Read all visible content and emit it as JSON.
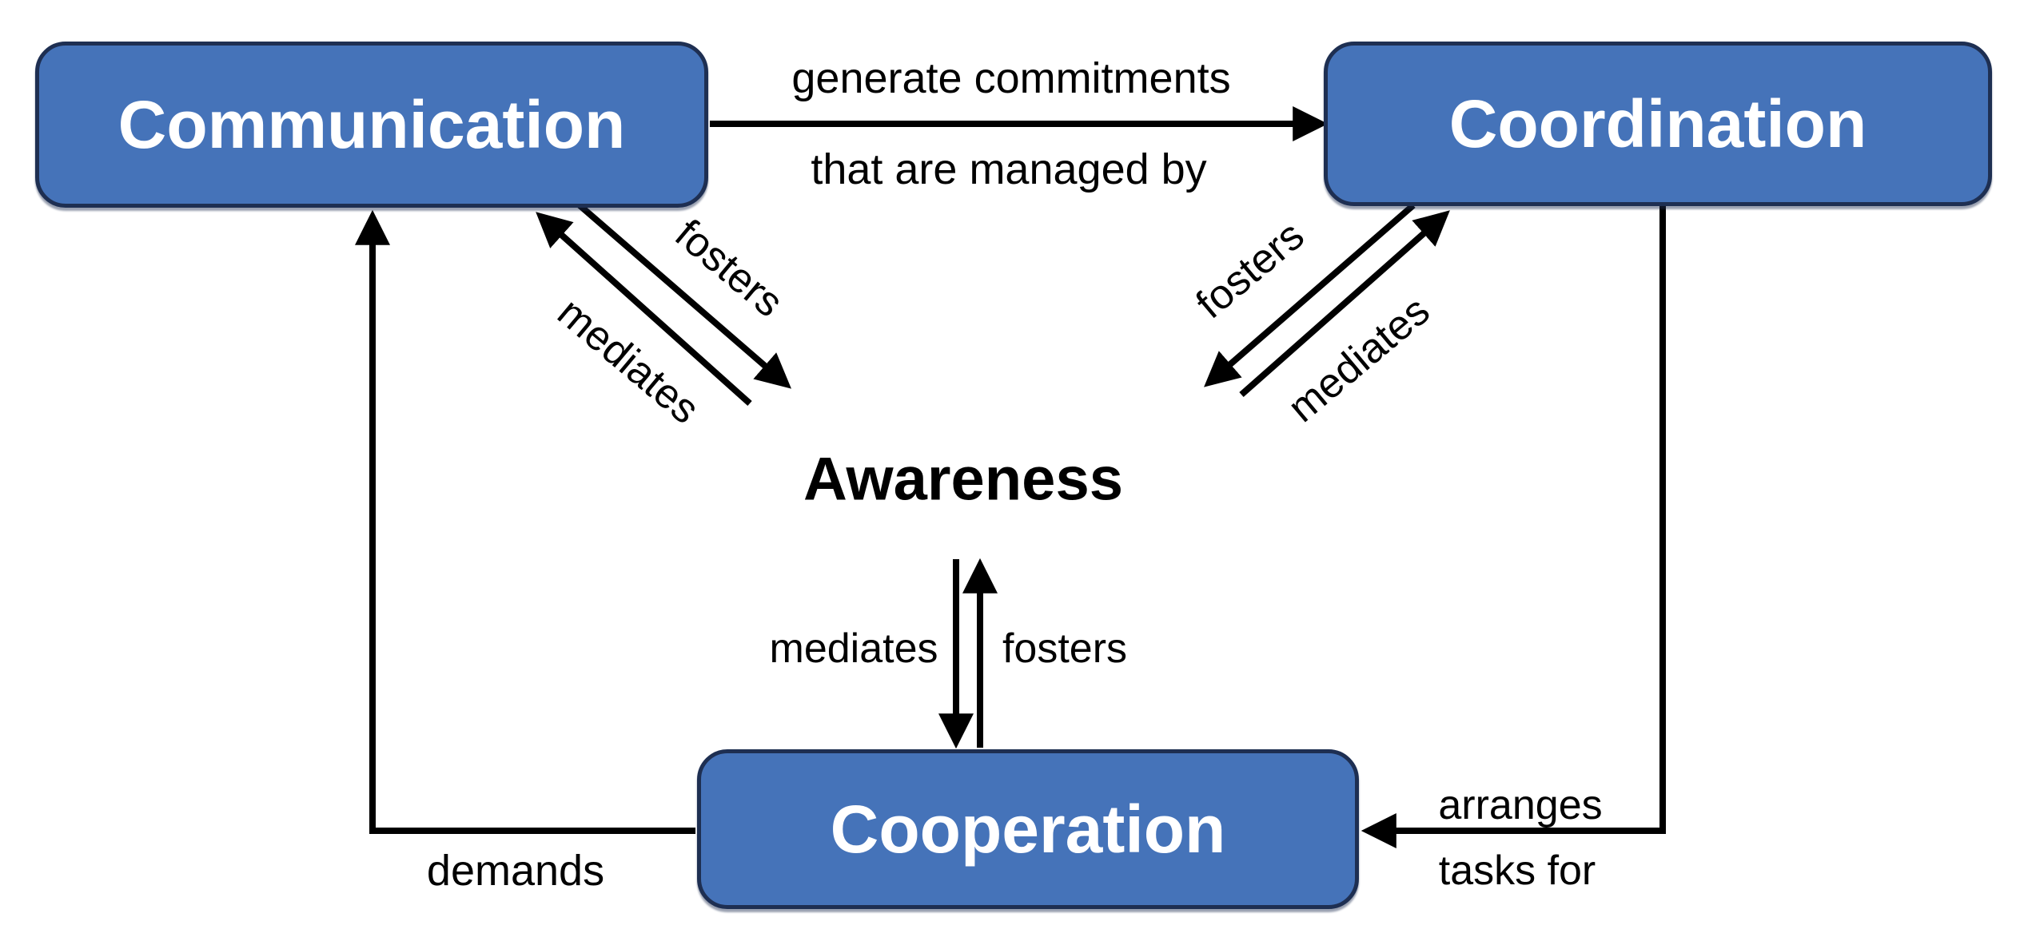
{
  "nodes": {
    "communication": {
      "label": "Communication"
    },
    "coordination": {
      "label": "Coordination"
    },
    "cooperation": {
      "label": "Cooperation"
    },
    "awareness": {
      "label": "Awareness"
    }
  },
  "edges": {
    "communication_to_coordination": {
      "label_top": "generate commitments",
      "label_bottom": "that are managed by"
    },
    "communication_fosters_awareness": {
      "label": "fosters"
    },
    "awareness_mediates_communication": {
      "label": "mediates"
    },
    "coordination_fosters_awareness": {
      "label": "fosters"
    },
    "awareness_mediates_coordination": {
      "label": "mediates"
    },
    "awareness_mediates_cooperation": {
      "label": "mediates"
    },
    "cooperation_fosters_awareness": {
      "label": "fosters"
    },
    "coordination_to_cooperation": {
      "label_top": "arranges",
      "label_bottom": "tasks for"
    },
    "cooperation_to_communication": {
      "label": "demands"
    }
  },
  "colors": {
    "background": "#ffffff",
    "node_fill": "#4573b9",
    "node_border": "#1e2f52",
    "node_text": "#ffffff",
    "arrow": "#000000",
    "label_text": "#000000"
  }
}
